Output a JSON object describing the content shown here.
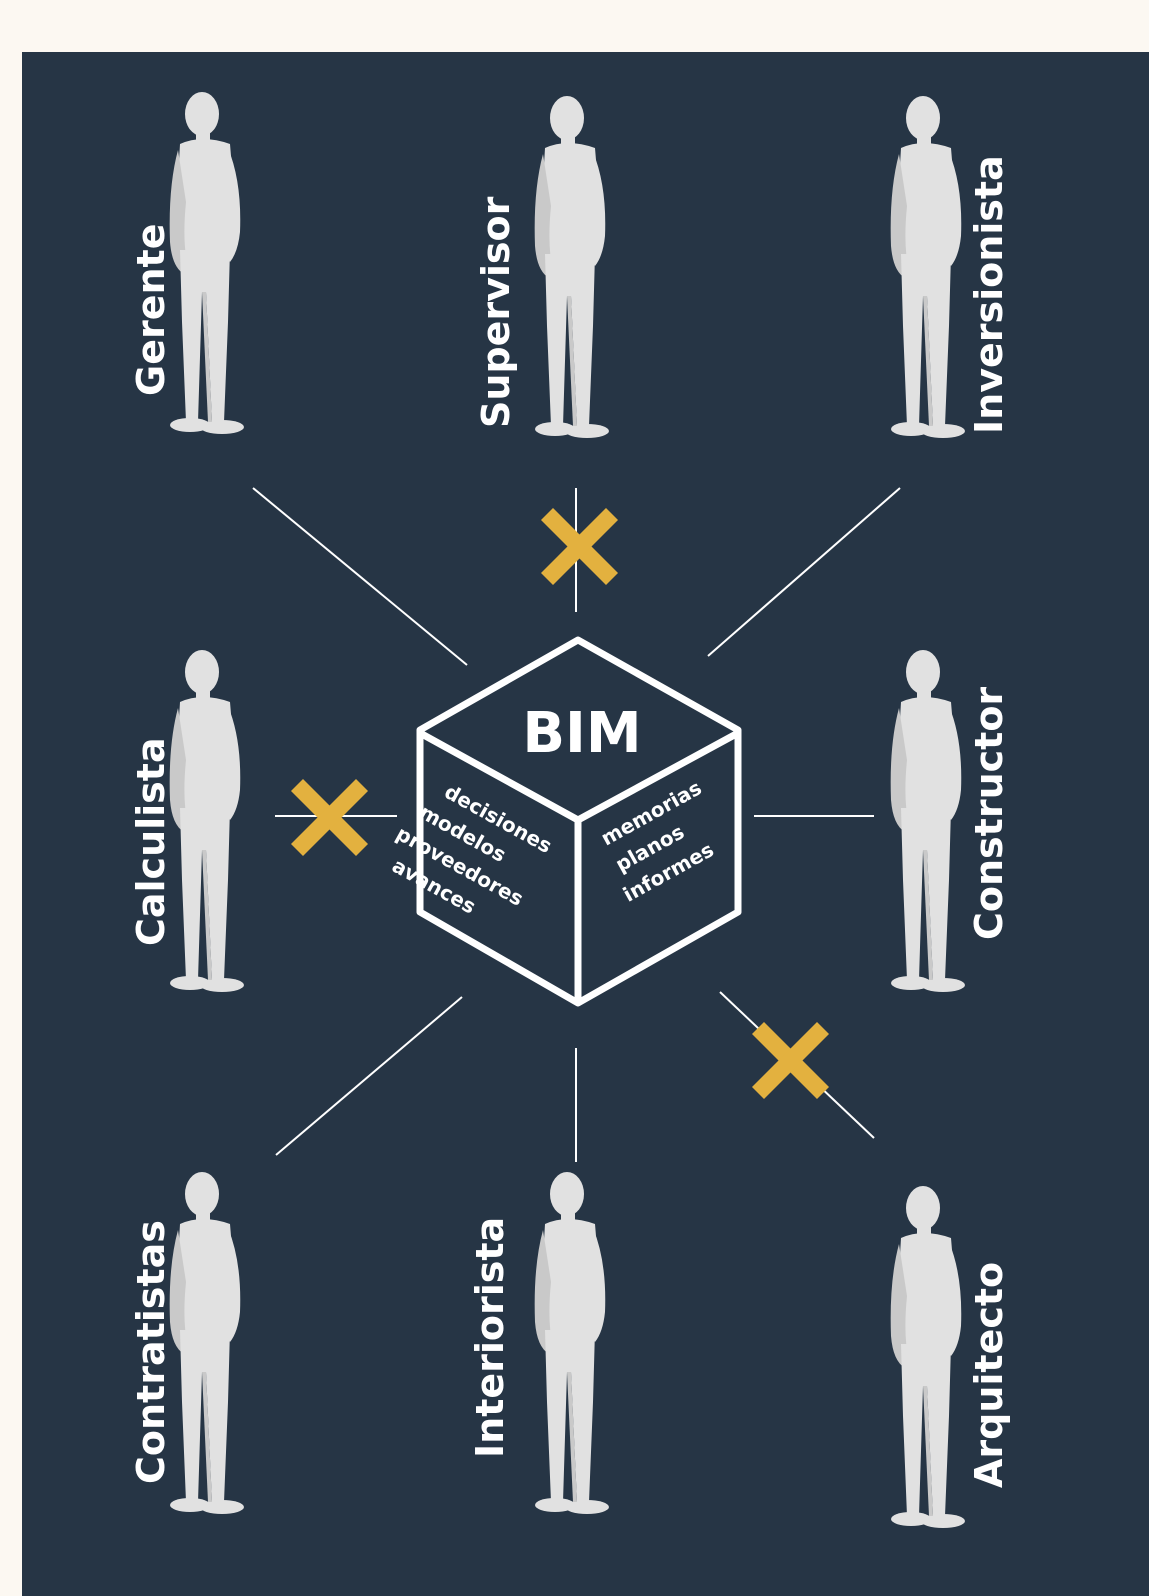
{
  "colors": {
    "page_background": "#fcf8f2",
    "panel_background": "#263545",
    "accent_cross": "#e3b13f",
    "line": "#ffffff",
    "figure": "#e1e1e1"
  },
  "center": {
    "title": "BIM",
    "left_face": [
      "decisiones",
      "modelos",
      "proveedores",
      "avances"
    ],
    "right_face": [
      "memorias",
      "planos",
      "informes"
    ]
  },
  "roles": {
    "gerente": "Gerente",
    "supervisor": "Supervisor",
    "inversionista": "Inversionista",
    "calculista": "Calculista",
    "constructor": "Constructor",
    "contratistas": "Contratistas",
    "interiorista": "Interiorista",
    "arquitecto": "Arquitecto"
  },
  "icons": {
    "person": "standing-person-icon",
    "cross": "cross-mark-icon",
    "cube": "cube-icon"
  }
}
